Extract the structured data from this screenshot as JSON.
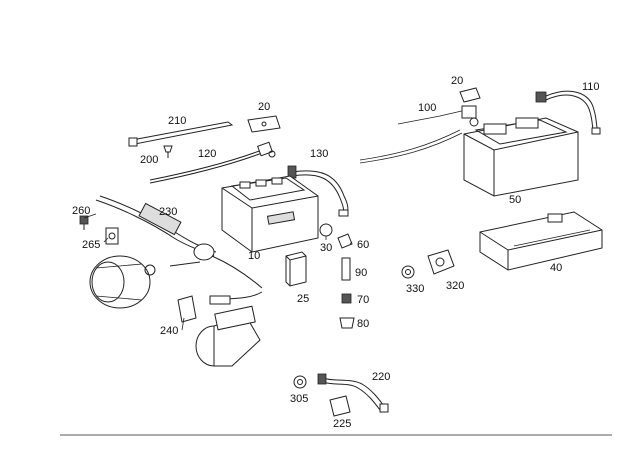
{
  "diagram": {
    "labels": {
      "l10": "10",
      "l20a": "20",
      "l20b": "20",
      "l25": "25",
      "l30": "30",
      "l40": "40",
      "l50": "50",
      "l60": "60",
      "l70": "70",
      "l80": "80",
      "l90": "90",
      "l100": "100",
      "l110": "110",
      "l120": "120",
      "l130": "130",
      "l200": "200",
      "l210": "210",
      "l220": "220",
      "l225": "225",
      "l230": "230",
      "l240": "240",
      "l260": "260",
      "l265": "265",
      "l305": "305",
      "l320": "320",
      "l330": "330"
    }
  }
}
